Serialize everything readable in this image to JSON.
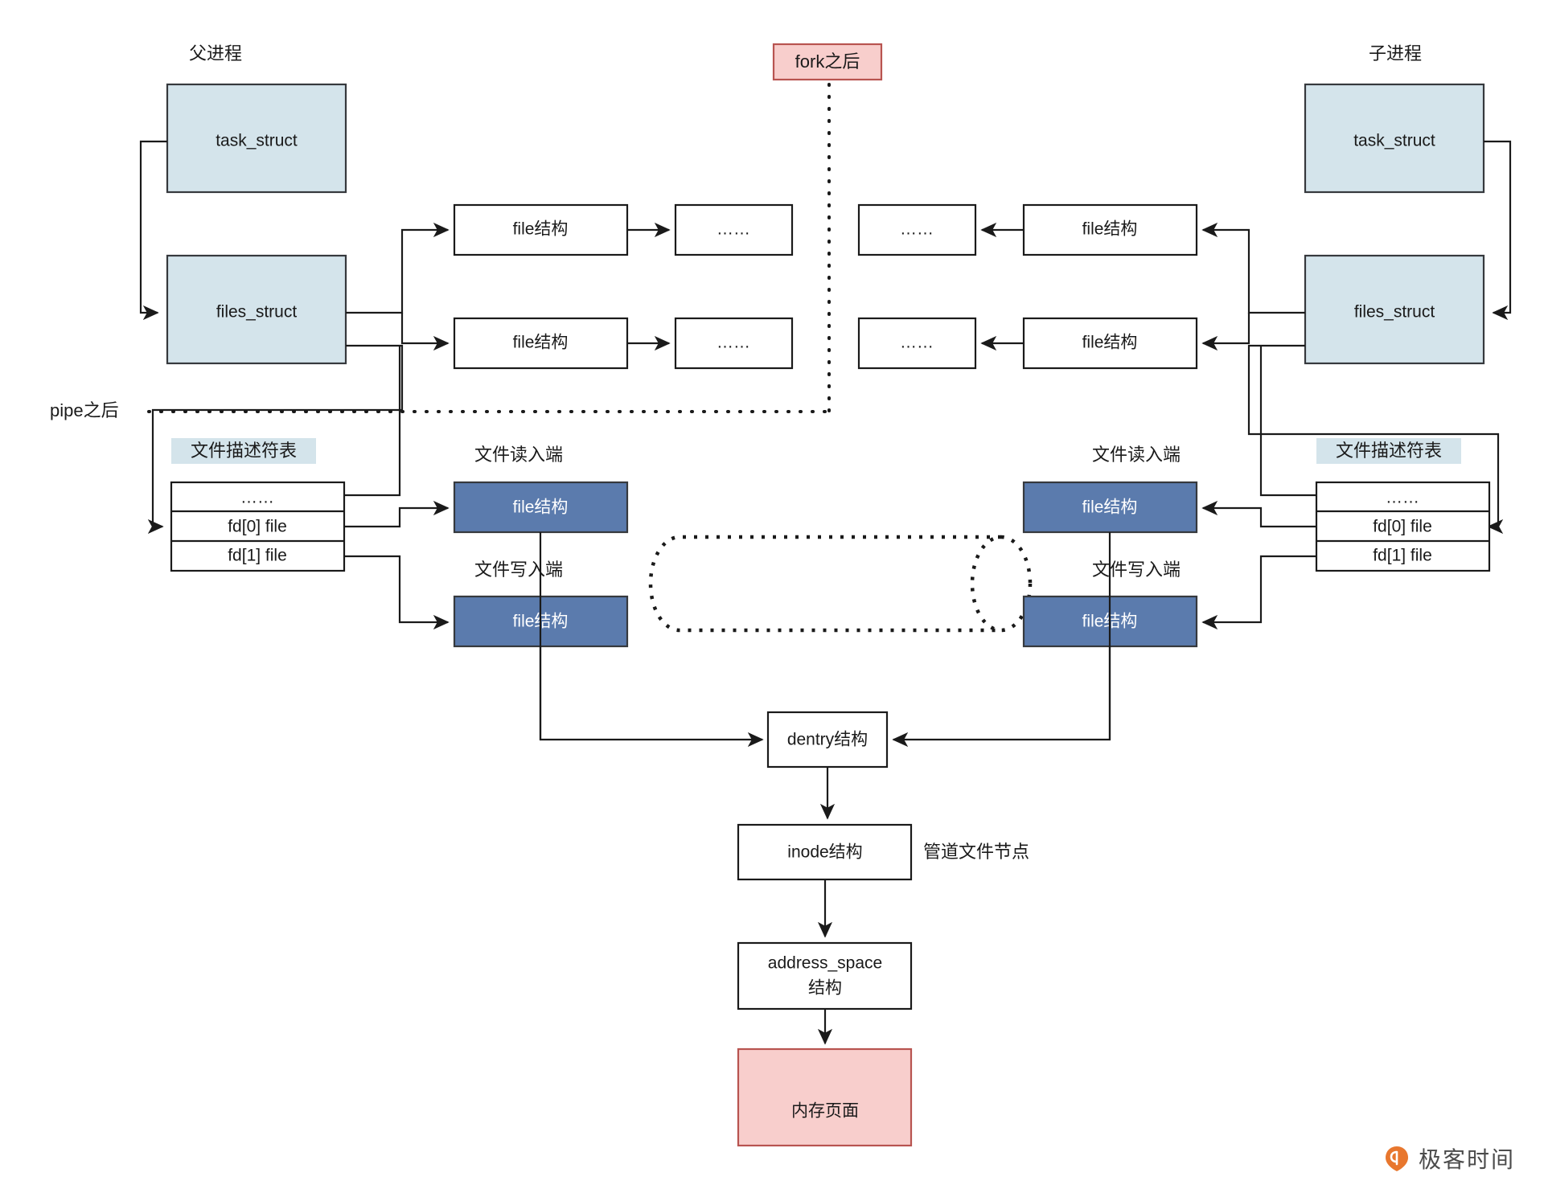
{
  "diagram": {
    "title_parent": "父进程",
    "title_child": "子进程",
    "divider_fork_label": "fork之后",
    "divider_pipe_label": "pipe之后",
    "parent": {
      "task_struct": "task_struct",
      "files_struct": "files_struct",
      "fd_table_caption": "文件描述符表",
      "fd_rows": [
        "……",
        "fd[0] file",
        "fd[1] file"
      ],
      "file_list": [
        {
          "node": "file结构",
          "next": "……"
        },
        {
          "node": "file结构",
          "next": "……"
        }
      ],
      "read_end_caption": "文件读入端",
      "read_end_box": "file结构",
      "write_end_caption": "文件写入端",
      "write_end_box": "file结构"
    },
    "child": {
      "task_struct": "task_struct",
      "files_struct": "files_struct",
      "fd_table_caption": "文件描述符表",
      "fd_rows": [
        "……",
        "fd[0] file",
        "fd[1] file"
      ],
      "file_list": [
        {
          "node": "file结构",
          "next": "……"
        },
        {
          "node": "file结构",
          "next": "……"
        }
      ],
      "read_end_caption": "文件读入端",
      "read_end_box": "file结构",
      "write_end_caption": "文件写入端",
      "write_end_box": "file结构"
    },
    "shared": {
      "dentry": "dentry结构",
      "inode": "inode结构",
      "inode_note": "管道文件节点",
      "address_space_line1": "address_space",
      "address_space_line2": "结构",
      "memory_page": "内存页面"
    },
    "colors": {
      "light_blue_fill": "#d4e4eb",
      "dark_blue_fill": "#5b7bad",
      "pink_fill": "#f8cecc",
      "pink_border": "#b85450",
      "line": "#1a1a1a",
      "logo_orange": "#e8772e"
    }
  },
  "watermark": {
    "brand": "极客时间",
    "icon": "location-pin-icon"
  }
}
